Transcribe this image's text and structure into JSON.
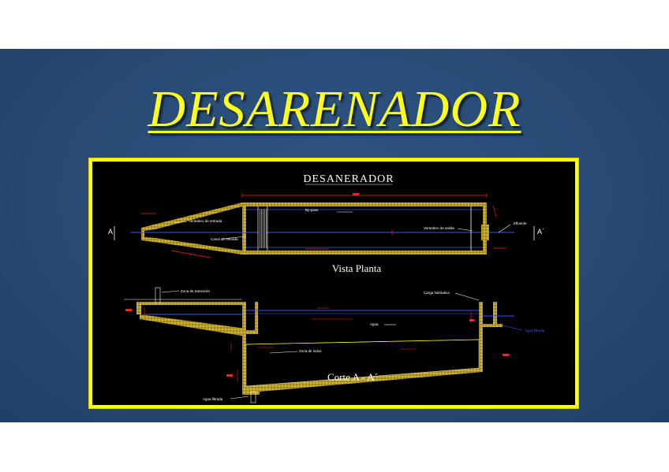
{
  "slide": {
    "title": "DESARENADOR",
    "colors": {
      "background": "#284a75",
      "accent": "#ffff1a",
      "cad_background": "#000000"
    }
  },
  "diagram": {
    "heading": "DESANERADOR",
    "plan_view_label": "Vista Planta",
    "section_view_label": "Corte A - A´",
    "section_marker_left": "A",
    "section_marker_right": "A´",
    "plan_annotations": {
      "bypass": "By-pass",
      "inlet_weir": "Vertedero de entrada",
      "inlet_channel": "Canal de entrada",
      "outlet_weir": "Vertedero de salida",
      "effluent": "Efluente"
    },
    "section_annotations": {
      "transition_zone": "Zona de transición",
      "hydraulic_head": "Carga hidráulica",
      "water": "Agua",
      "sludge_zone": "Zona de lodos",
      "filtered_water_top": "Agua filtrada",
      "filtered_water_bottom": "Agua filtrada"
    }
  }
}
